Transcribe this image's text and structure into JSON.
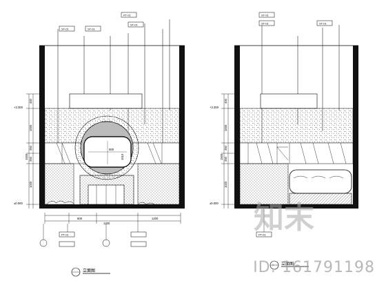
{
  "left_elevation": {
    "dims_vertical": [
      "400",
      "1000",
      "250",
      "250",
      "1500",
      "1020",
      "±0.000",
      "+3.300"
    ],
    "dims_horizontal": [
      "600",
      "1200",
      "1200"
    ],
    "mirror_dims": [
      "500",
      "1610"
    ],
    "tag_codes": [
      "ST-01",
      "ST-01",
      "ST-01",
      "PT-01",
      "PT-01"
    ],
    "title": "立面图"
  },
  "right_elevation": {
    "dims_vertical": [
      "400",
      "1000",
      "250",
      "250",
      "1500",
      "1020",
      "±0.000",
      "+3.300"
    ],
    "tag_codes": [
      "ST-01",
      "ST-01",
      "ST-01",
      "PT-01"
    ],
    "title": "立面图"
  },
  "watermark": {
    "id_text": "ID: 161791198",
    "logo_text": "知末"
  }
}
